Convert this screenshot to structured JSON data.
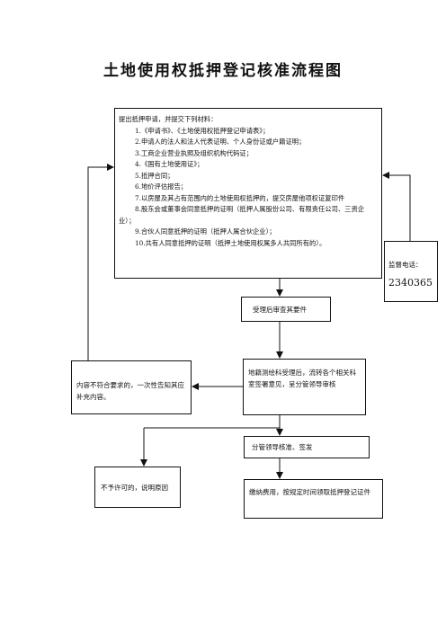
{
  "title": "土地使用权抵押登记核准流程图",
  "main_box": {
    "intro": "提出抵押申请，并提交下列材料：",
    "items": [
      "1.《申请书》、《土地使用权抵押登记申请表》；",
      "2.申请人的法人和法人代表证明、个人身份证或户籍证明；",
      "3.工商企业营业执照及组织机构代码证；",
      "4.《国有土地使用证》；",
      "5.抵押合同；",
      "6.地价评估报告；",
      "7.以房屋及其占有范围内的土地使用权抵押的，提交房屋他项权证复印件",
      "8.股东会或董事会同意抵押的证明（抵押人属股份公司、有限责任公司、三资企业）；",
      "9.合伙人同意抵押的证明（抵押人属合伙企业）；",
      "10.共有人同意抵押的证明（抵押土地使用权属多人共同所有的）。"
    ]
  },
  "phone_box": {
    "label": "监督电话：",
    "number": "2340365"
  },
  "accept_box": "受理后审查其要件",
  "review_box": "地籍测绘科受理后，流转各个相关科室签署意见，呈分管领导审核",
  "reject_incomplete_box": "内容不符合要求的，一次性告知其应补充内容。",
  "sign_box": "分管领导核准、签发",
  "reject_box": "不予许可的，说明原因",
  "fee_box": "缴纳费用，按规定时间领取抵押登记证件"
}
